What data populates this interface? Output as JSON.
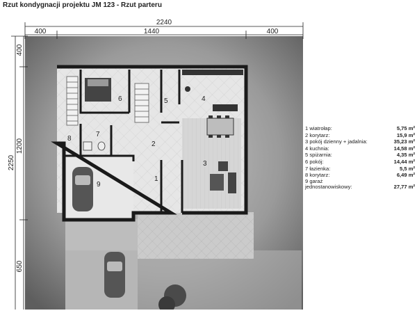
{
  "title": "Rzut kondygnacji projektu JM 123 - Rzut parteru",
  "dimensions": {
    "top_total": "2240",
    "top_left": "400",
    "top_middle": "1440",
    "top_right": "400",
    "left_top": "400",
    "left_middle": "1200",
    "left_total": "2250",
    "left_bottom": "650"
  },
  "room_numbers": [
    "1",
    "2",
    "3",
    "4",
    "5",
    "6",
    "7",
    "8",
    "9"
  ],
  "rooms": [
    {
      "label": "1 wiatrołap:",
      "area": "5,75 m²"
    },
    {
      "label": "2 korytarz:",
      "area": "15,9 m²"
    },
    {
      "label": "3 pokój dzienny + jadalnia:",
      "area": "35,23 m²"
    },
    {
      "label": "4 kuchnia:",
      "area": "14,58 m²"
    },
    {
      "label": "5 spiżarnia:",
      "area": "4,35 m²"
    },
    {
      "label": "6 pokój:",
      "area": "14,44 m²"
    },
    {
      "label": "7 łazienka:",
      "area": "5,5 m²"
    },
    {
      "label": "8 korytarz:",
      "area": "6,49 m²"
    },
    {
      "label": "9 garaż\njednostanowiskowy:",
      "area": "27,77 m²"
    }
  ],
  "colors": {
    "ground_dark": "#6f6f6f",
    "ground_light": "#bdbdbd",
    "wall": "#1a1a1a",
    "floor_tile": "#e4e4e4",
    "floor_wood": "#d2d2d2",
    "terrace": "#c8c8c8"
  }
}
